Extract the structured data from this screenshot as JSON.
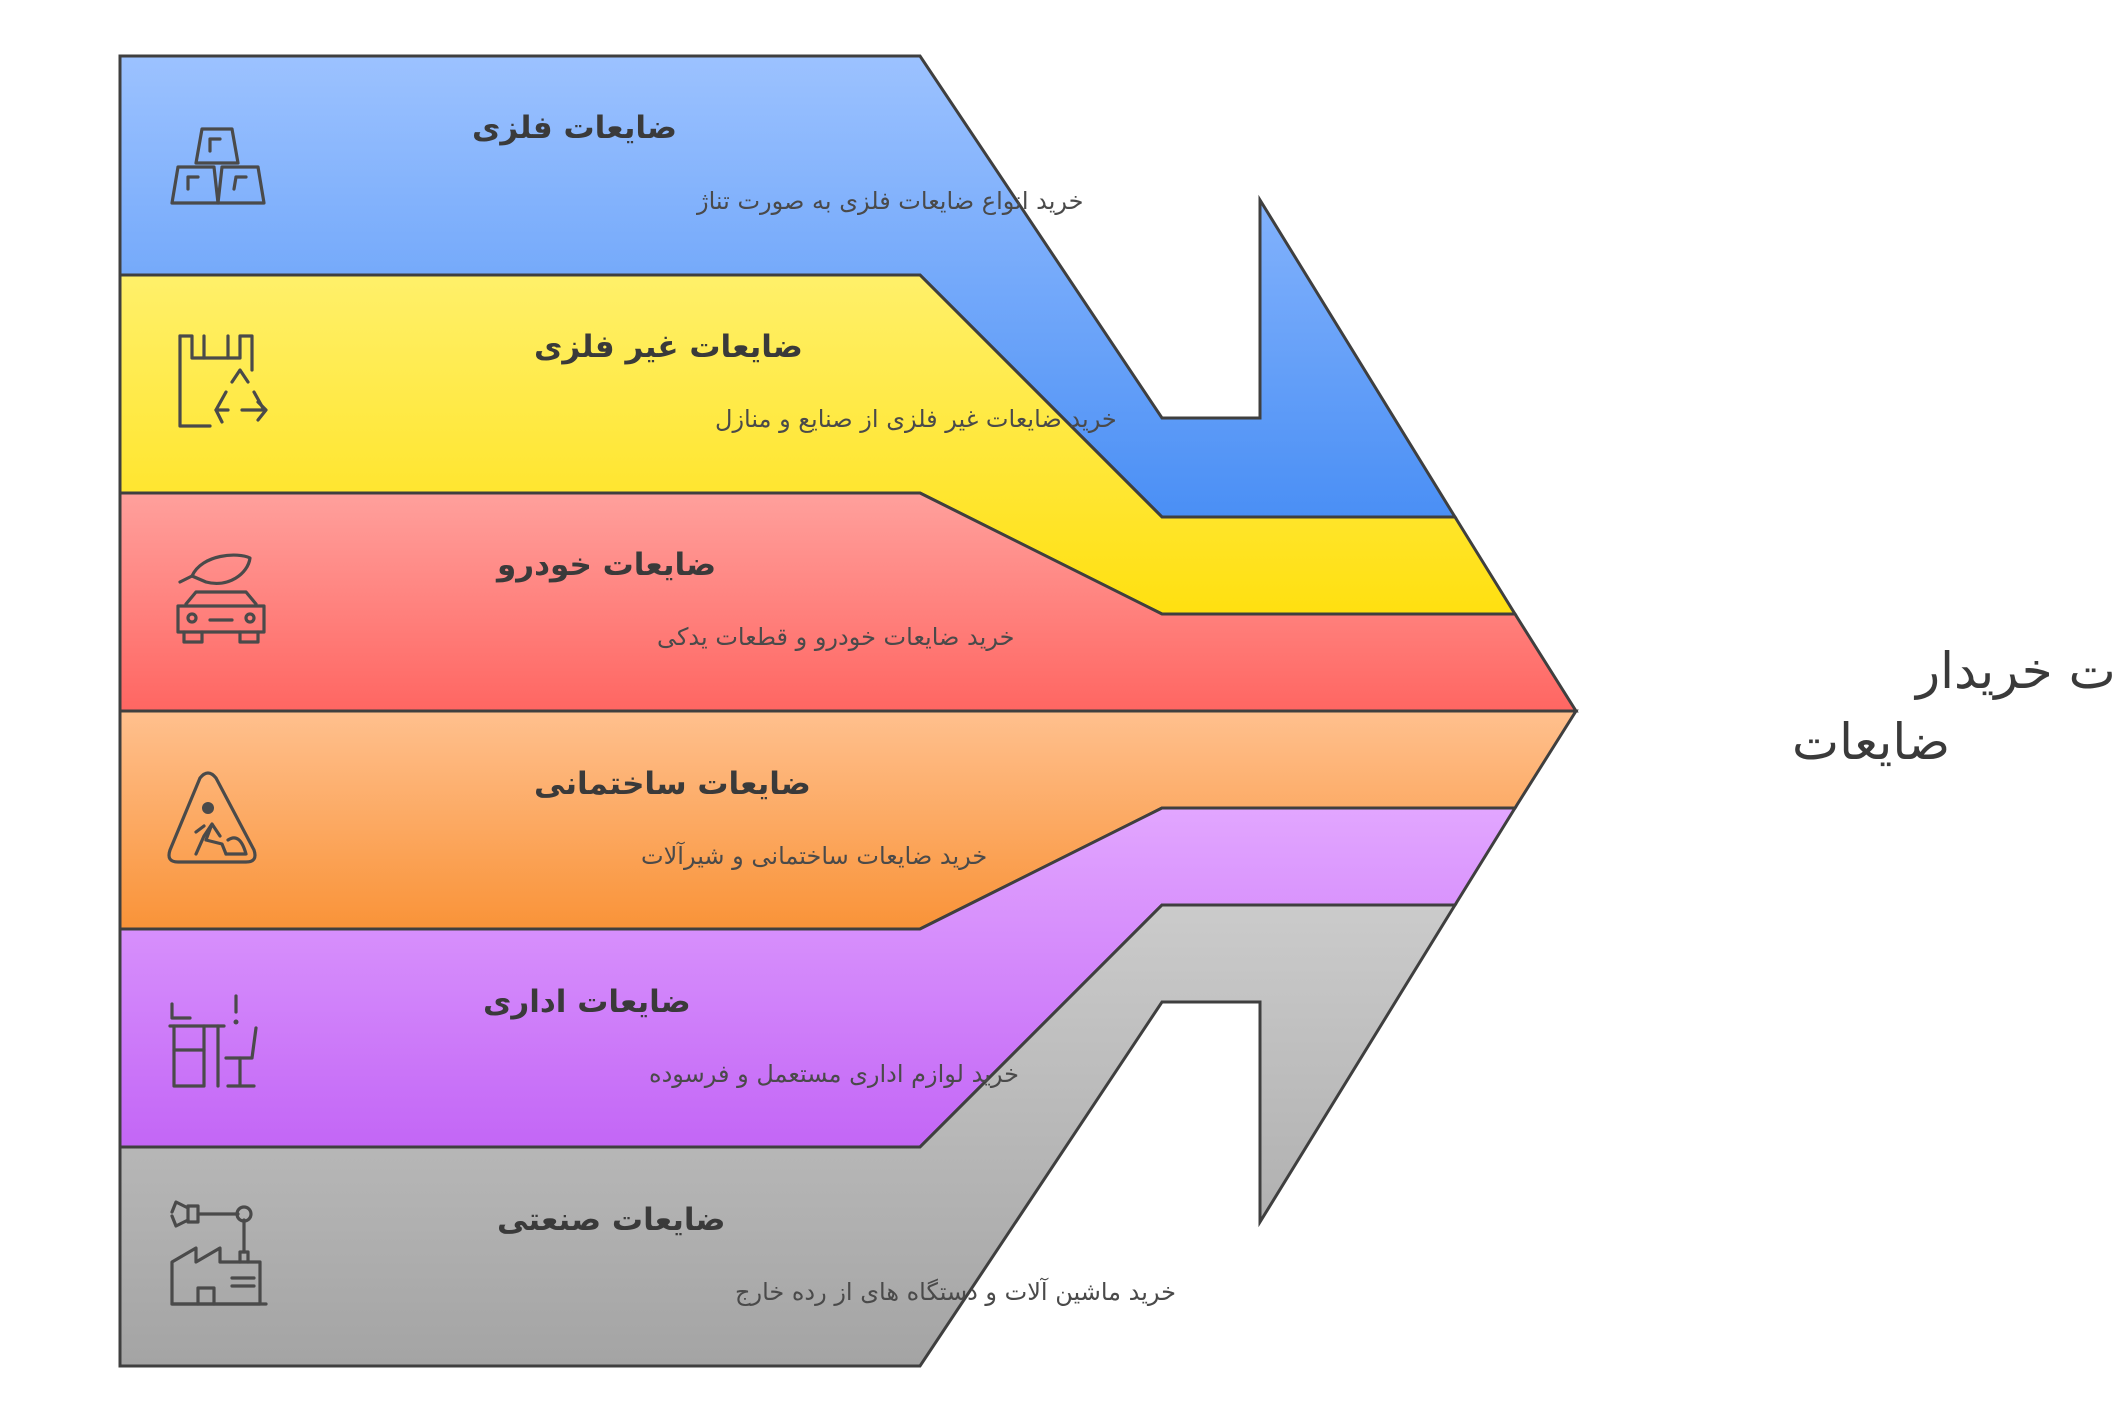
{
  "title": {
    "line1": "خدمات خریدار",
    "line2": "ضایعات"
  },
  "bands": [
    {
      "title": "ضایعات فلزی",
      "description": "خرید انواع ضایعات فلزی به صورت تناژ",
      "icon": "metal-ingots-icon",
      "color_top": "#9cc2ff",
      "color_bottom": "#4a8ff5"
    },
    {
      "title": "ضایعات غیر فلزی",
      "description": "خرید ضایعات غیر فلزی از صنایع و منازل",
      "icon": "recycling-bag-icon",
      "color_top": "#fff06a",
      "color_bottom": "#ffe010"
    },
    {
      "title": "ضایعات خودرو",
      "description": "خرید ضایعات خودرو و قطعات یدکی",
      "icon": "eco-car-icon",
      "color_top": "#ffa09c",
      "color_bottom": "#ff6662"
    },
    {
      "title": "ضایعات ساختمانی",
      "description": "خرید ضایعات ساختمانی و شیرآلات",
      "icon": "construction-sign-icon",
      "color_top": "#ffc08e",
      "color_bottom": "#f99338"
    },
    {
      "title": "ضایعات اداری",
      "description": "خرید لوازم اداری مستعمل و فرسوده",
      "icon": "office-desk-chair-icon",
      "color_top": "#e2a6ff",
      "color_bottom": "#c366f6"
    },
    {
      "title": "ضایعات صنعتی",
      "description": "خرید ماشین آلات و دستگاه های از رده خارج",
      "icon": "factory-robot-arm-icon",
      "color_top": "#cbcbcb",
      "color_bottom": "#a4a4a4"
    }
  ],
  "colors": {
    "outline": "#3f3f3f",
    "text": "#3a3a3a"
  }
}
